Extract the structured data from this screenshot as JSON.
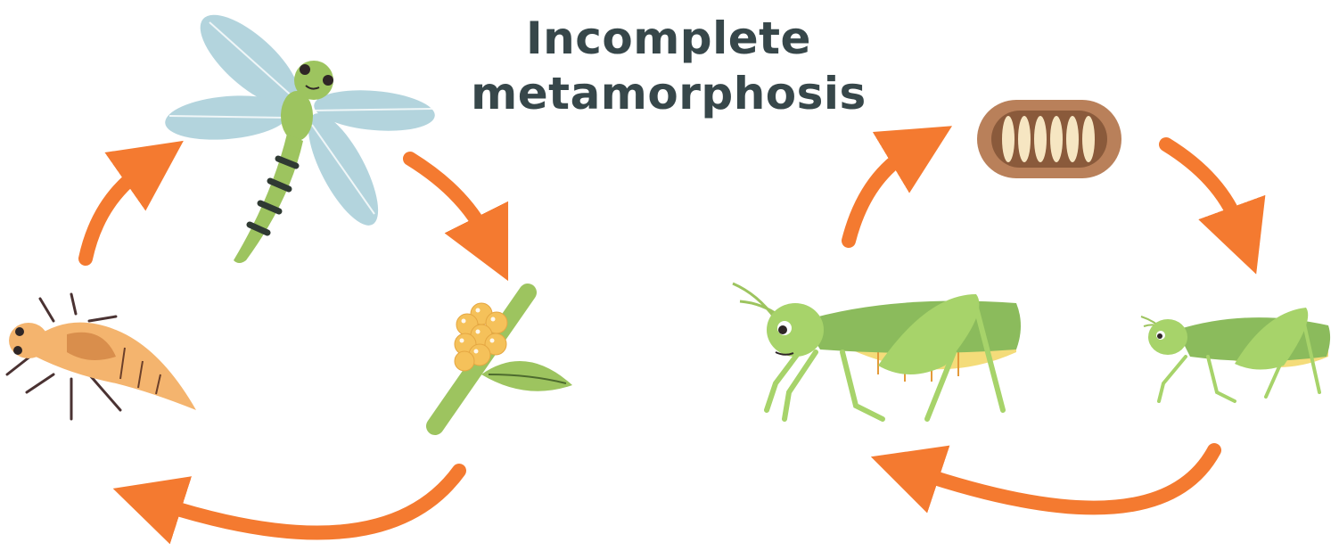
{
  "title": {
    "line1": "Incomplete",
    "line2": "metamorphosis"
  },
  "colors": {
    "arrow": "#f47a30",
    "title": "#37474a",
    "wing": "#b3d4dd",
    "dragonfly_body": "#9dc45f",
    "nymph_body": "#f4b46e",
    "grasshopper_green": "#a7d36a",
    "grasshopper_belly": "#f4dc7a",
    "egg_pod": "#b9805a",
    "egg": "#f6e6c2"
  },
  "cycles": [
    {
      "name": "dragonfly-life-cycle",
      "stages": [
        "adult-dragonfly",
        "eggs-on-stem",
        "nymph"
      ]
    },
    {
      "name": "grasshopper-life-cycle",
      "stages": [
        "egg-pod",
        "young-grasshopper",
        "adult-grasshopper"
      ]
    }
  ]
}
